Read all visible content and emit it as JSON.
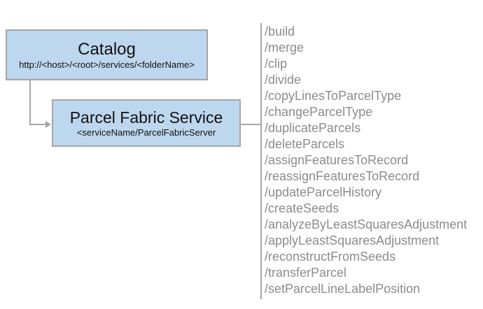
{
  "diagram": {
    "catalog_box": {
      "title": "Catalog",
      "subtitle": "http://<host>/<root>/services/<folderName>"
    },
    "service_box": {
      "title": "Parcel Fabric Service",
      "subtitle": "<serviceName/ParcelFabricServer"
    },
    "operations": [
      "/build",
      "/merge",
      "/clip",
      "/divide",
      "/copyLinesToParcelType",
      "/changeParcelType",
      "/duplicateParcels",
      "/deleteParcels",
      "/assignFeaturesToRecord",
      "/reassignFeaturesToRecord",
      "/updateParcelHistory",
      "/createSeeds",
      "/analyzeByLeastSquaresAdjustment",
      "/applyLeastSquaresAdjustment",
      "/reconstructFromSeeds",
      "/transferParcel",
      "/setParcelLineLabelPosition"
    ],
    "colors": {
      "box_fill": "#BDD7EE",
      "box_border": "#A6A6A6",
      "connector": "#A6A6A6",
      "title_text": "#111111",
      "operation_text": "#8C8C8C"
    }
  }
}
